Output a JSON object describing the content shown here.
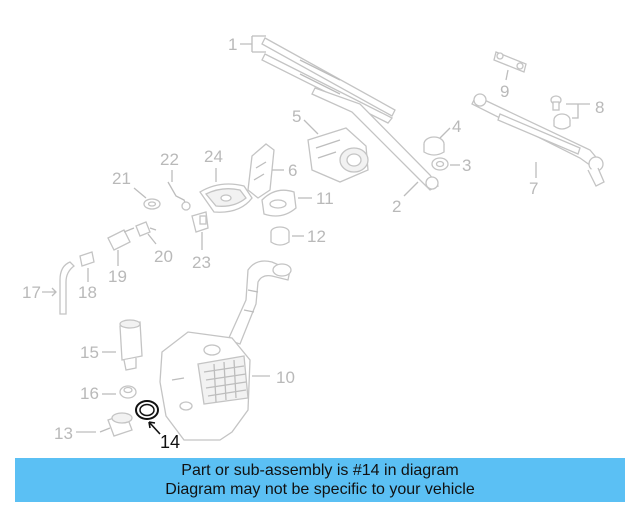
{
  "diagram": {
    "labels": {
      "l1": "1",
      "l2": "2",
      "l3": "3",
      "l4": "4",
      "l5": "5",
      "l6": "6",
      "l7": "7",
      "l8": "8",
      "l9": "9",
      "l10": "10",
      "l11": "11",
      "l12": "12",
      "l13": "13",
      "l14": "14",
      "l15": "15",
      "l16": "16",
      "l17": "17",
      "l18": "18",
      "l19": "19",
      "l20": "20",
      "l21": "21",
      "l22": "22",
      "l23": "23",
      "l24": "24"
    },
    "highlighted_part": "14",
    "highlight_color": "#111111",
    "muted_color": "#b9b9b9"
  },
  "caption": {
    "line1": "Part or sub-assembly is #14 in diagram",
    "line2": "Diagram may not be specific to your vehicle",
    "background": "#5bc0f4"
  }
}
